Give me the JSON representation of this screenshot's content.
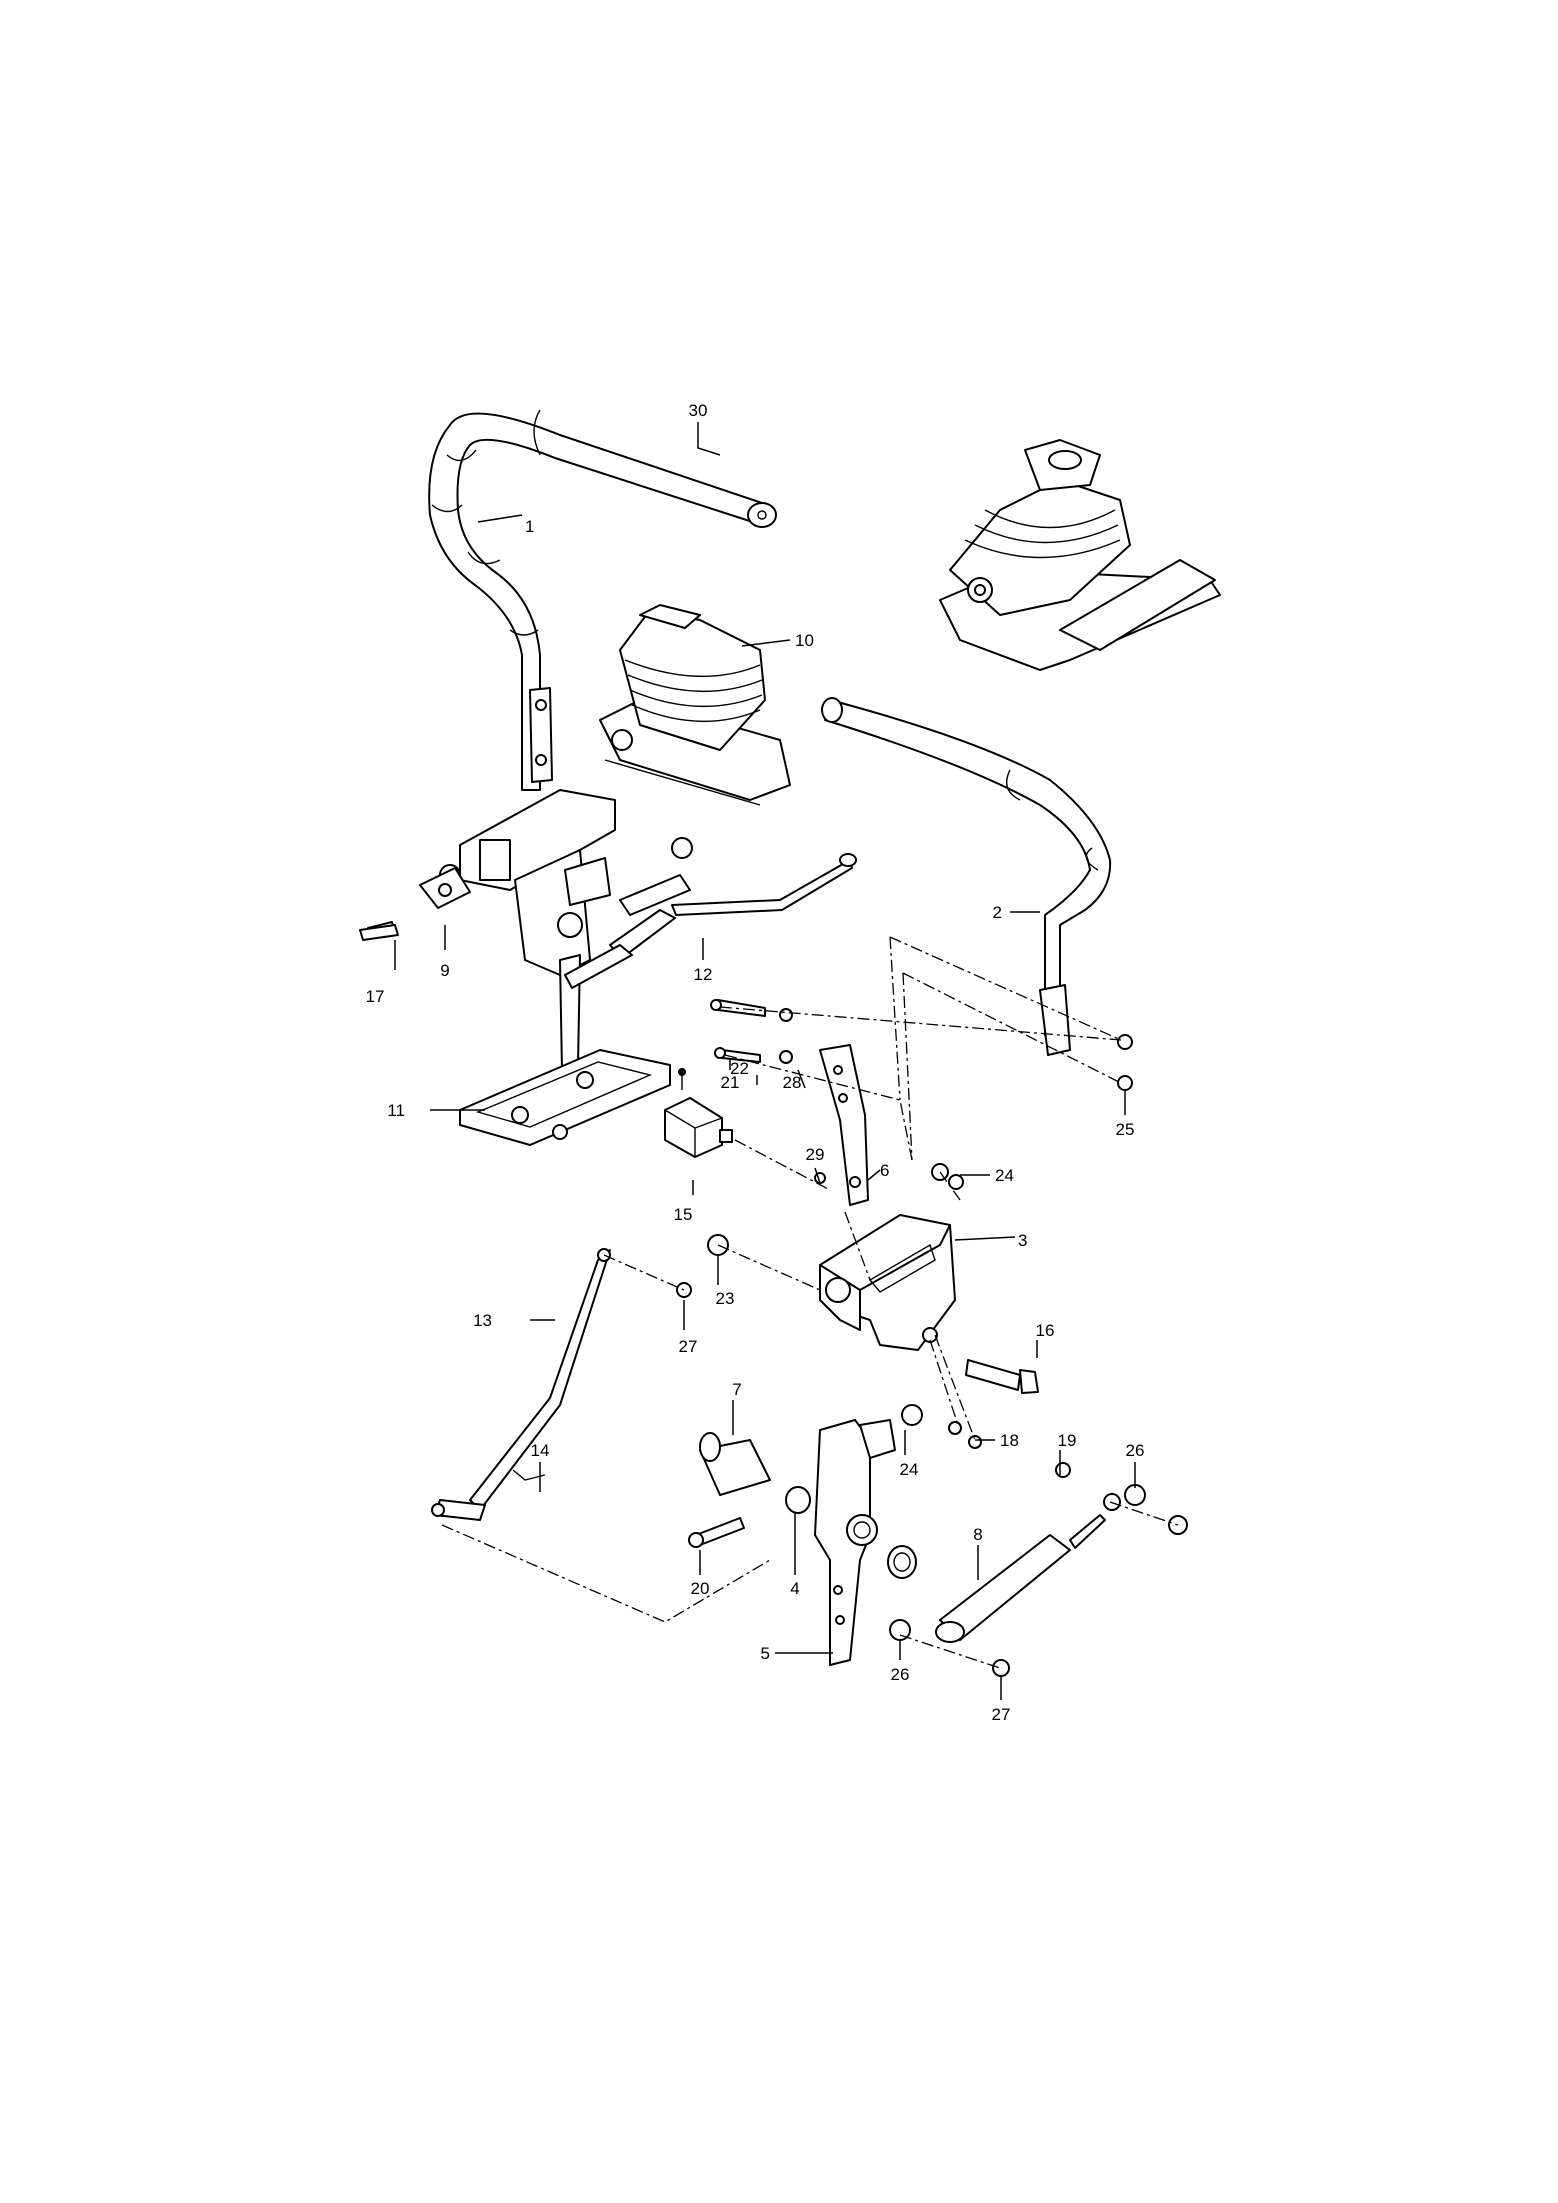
{
  "callouts": {
    "c1": "1",
    "c2": "2",
    "c3": "3",
    "c4": "4",
    "c5": "5",
    "c6": "6",
    "c7": "7",
    "c8": "8",
    "c9": "9",
    "c10": "10",
    "c11": "11",
    "c12": "12",
    "c13": "13",
    "c14": "14",
    "c15": "15",
    "c16": "16",
    "c17": "17",
    "c18": "18",
    "c19": "19",
    "c20": "20",
    "c21": "21",
    "c22": "22",
    "c23": "23",
    "c24a": "24",
    "c24b": "24",
    "c25": "25",
    "c26a": "26",
    "c26b": "26",
    "c27a": "27",
    "c27b": "27",
    "c28": "28",
    "c29": "29",
    "c30": "30"
  }
}
